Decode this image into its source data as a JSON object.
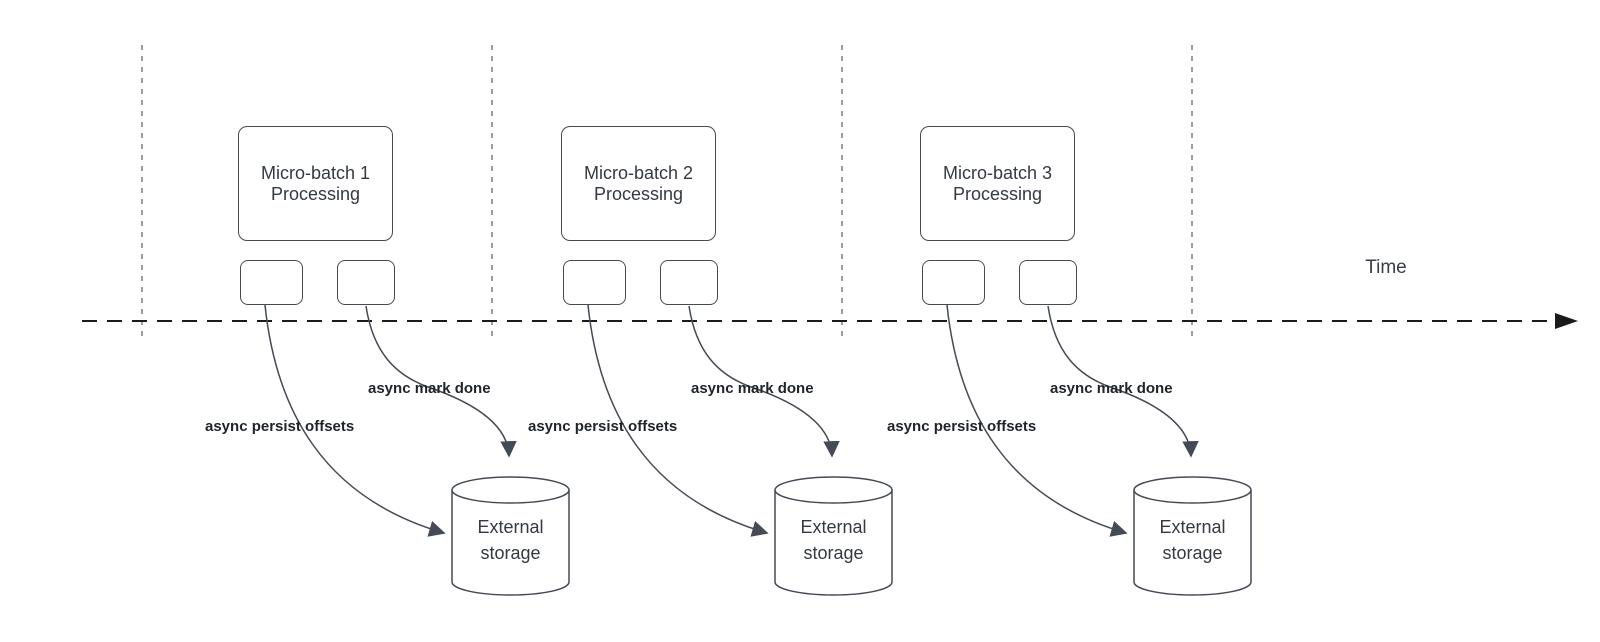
{
  "diagram": {
    "time_axis_label": "Time",
    "batches": [
      {
        "name": "Micro-batch 1",
        "name_line2": "Processing",
        "persist_arrow_label": "async persist offsets",
        "mark_done_arrow_label": "async mark done",
        "storage_line1": "External",
        "storage_line2": "storage"
      },
      {
        "name": "Micro-batch 2",
        "name_line2": "Processing",
        "persist_arrow_label": "async persist offsets",
        "mark_done_arrow_label": "async mark done",
        "storage_line1": "External",
        "storage_line2": "storage"
      },
      {
        "name": "Micro-batch 3",
        "name_line2": "Processing",
        "persist_arrow_label": "async persist offsets",
        "mark_done_arrow_label": "async mark done",
        "storage_line1": "External",
        "storage_line2": "storage"
      }
    ],
    "colors": {
      "shape_stroke": "#454b54",
      "time_axis": "#1a1a1a",
      "interval_divider": "#9c9c9c",
      "text": "#343a42",
      "bold_label_text": "#1f242b"
    }
  }
}
